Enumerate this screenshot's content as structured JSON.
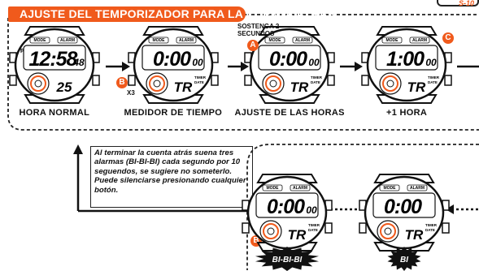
{
  "header": {
    "title": "AJUSTE DEL TEMPORIZADOR PARA LA CUENTA ATRÁS",
    "page_ref": "S-10"
  },
  "watches": [
    {
      "caption": "HORA NORMAL",
      "pm": "P",
      "main": "12:58",
      "sec": "48",
      "sub": "25"
    },
    {
      "caption": "MEDIDOR DE TIEMPO",
      "main": "0:00",
      "sec": "00",
      "sub": "TR",
      "badge": "B",
      "press": "X3"
    },
    {
      "caption": "AJUSTE DE LAS HORAS",
      "main": "0:00",
      "sec": "00",
      "sub": "TR",
      "badge": "A",
      "hold": "SOSTENGA 2 SECUNDOS"
    },
    {
      "caption": "+1  HORA",
      "main": "1:00",
      "sec": "00",
      "sub": "TR",
      "badge": "C"
    }
  ],
  "lower_watches": [
    {
      "main": "0:00",
      "sec": "00",
      "sub": "TR",
      "badge": "B",
      "burst": "BI-BI-BI"
    },
    {
      "main": "0:00",
      "sec": "",
      "sub": "TR",
      "burst": "BI"
    }
  ],
  "labels": {
    "mode": "MODE",
    "alarm": "ALARM",
    "timer": "TIMER",
    "date": "DATE"
  },
  "note": "Al terminar la cuenta atrás suena tres alarmas (BI-BI-BI) cada segundo por 10 seguendos, se sugiere no someterlo. Puede silenciarse presionando cualquier botón.",
  "colors": {
    "accent": "#f05a1c",
    "ink": "#111111"
  }
}
